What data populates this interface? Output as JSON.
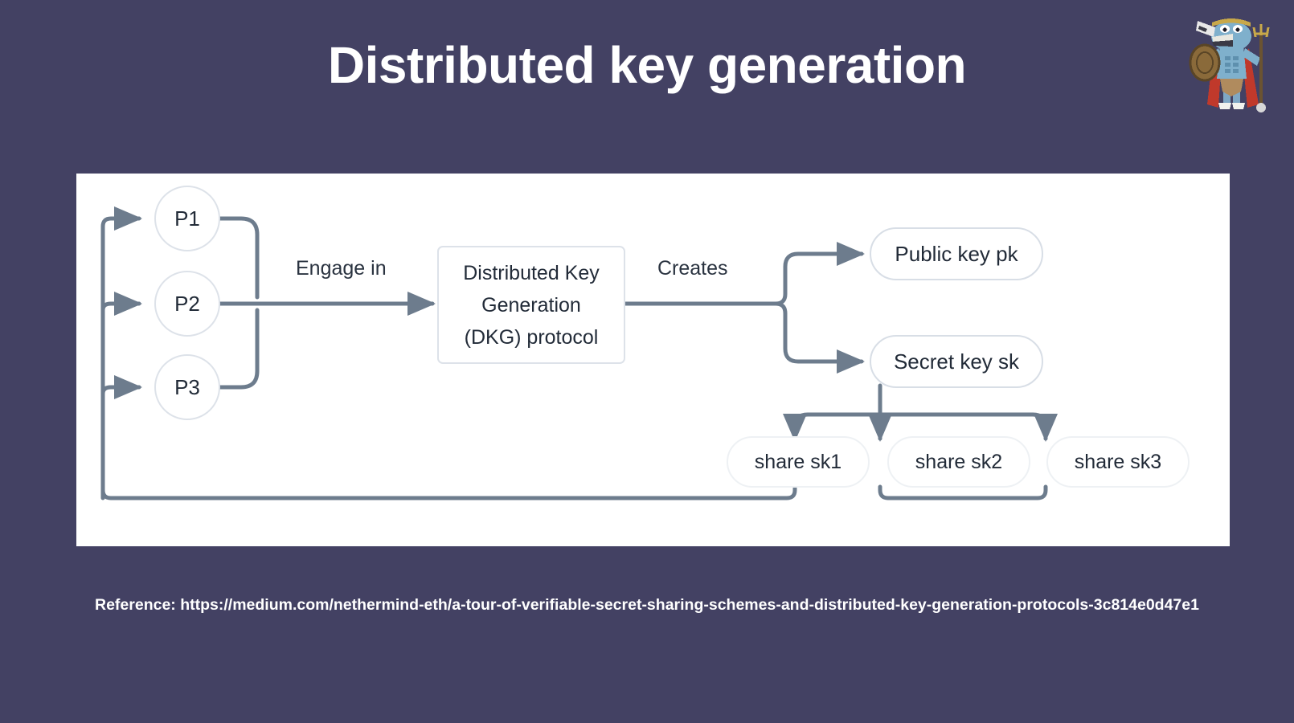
{
  "slide": {
    "title": "Distributed key generation",
    "background_color": "#434163",
    "panel_color": "#ffffff",
    "line_color": "#6d7c8d",
    "node_border_color": "#d6dbe3",
    "text_color": "#222b38"
  },
  "logo": {
    "name": "fish-warrior-mascot",
    "alt": "Blue fish warrior mascot with shield, trident, red cape and laurel crown"
  },
  "diagram": {
    "participants": [
      {
        "id": "p1",
        "label": "P1"
      },
      {
        "id": "p2",
        "label": "P2"
      },
      {
        "id": "p3",
        "label": "P3"
      }
    ],
    "edge_labels": {
      "engage": "Engage in",
      "creates": "Creates"
    },
    "protocol_box": {
      "lines": [
        "Distributed Key",
        "Generation",
        "(DKG) protocol"
      ]
    },
    "outputs": [
      {
        "id": "pk",
        "label": "Public key pk"
      },
      {
        "id": "sk",
        "label": "Secret key sk"
      }
    ],
    "shares": [
      {
        "id": "sk1",
        "label": "share sk1"
      },
      {
        "id": "sk2",
        "label": "share sk2"
      },
      {
        "id": "sk3",
        "label": "share sk3"
      }
    ]
  },
  "footer": {
    "reference": "Reference: https://medium.com/nethermind-eth/a-tour-of-verifiable-secret-sharing-schemes-and-distributed-key-generation-protocols-3c814e0d47e1"
  }
}
